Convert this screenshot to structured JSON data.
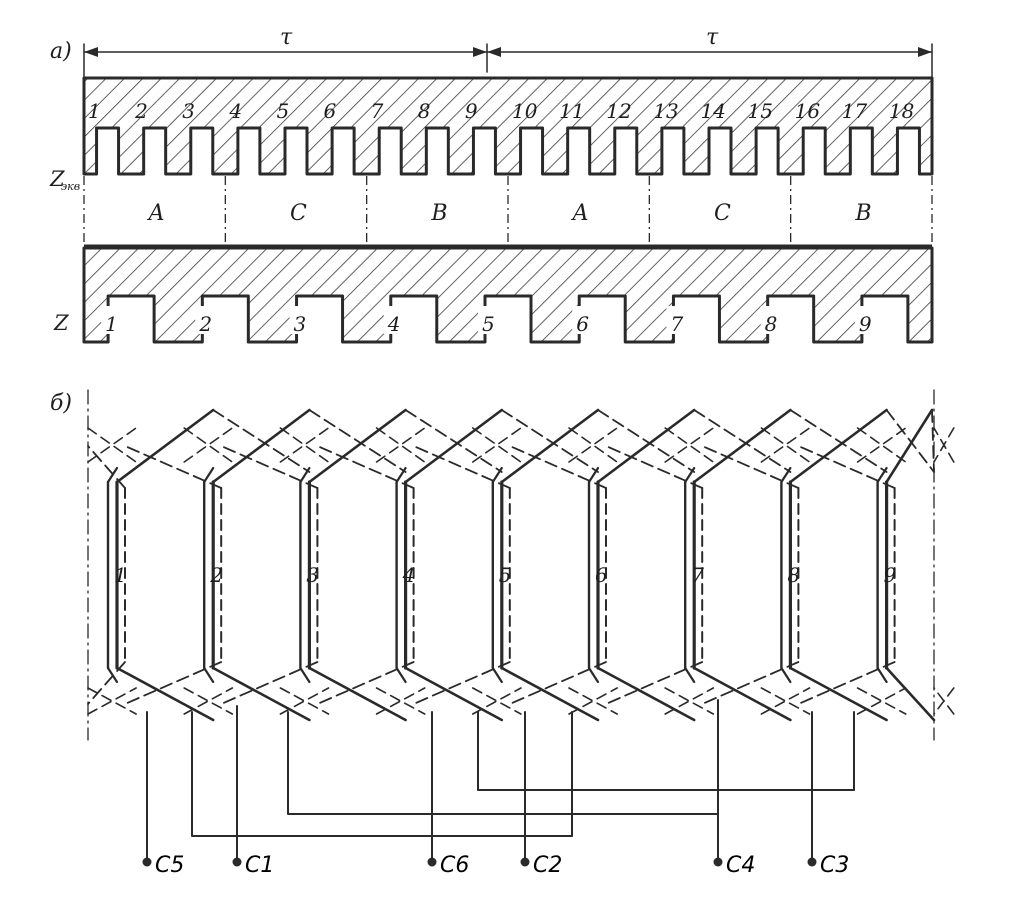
{
  "part_a": {
    "label": "a)",
    "tau_left": "τ",
    "tau_right": "τ",
    "stator_label": "Z",
    "stator_label_sub": "экв",
    "stator_slots": [
      "1",
      "2",
      "3",
      "4",
      "5",
      "6",
      "7",
      "8",
      "9",
      "10",
      "11",
      "12",
      "13",
      "14",
      "15",
      "16",
      "17",
      "18"
    ],
    "phase_zones": [
      "A",
      "C",
      "B",
      "A",
      "C",
      "B"
    ],
    "rotor_label": "Z",
    "rotor_slots": [
      "1",
      "2",
      "3",
      "4",
      "5",
      "6",
      "7",
      "8",
      "9"
    ]
  },
  "part_b": {
    "label": "б)",
    "coils": [
      "1",
      "2",
      "3",
      "4",
      "5",
      "6",
      "7",
      "8",
      "9"
    ],
    "terminals": [
      "C5",
      "C1",
      "C6",
      "C2",
      "C4",
      "C3"
    ]
  },
  "colors": {
    "ink": "#2a2a2a",
    "hatch": "#3a3a3a",
    "paper": "#ffffff"
  }
}
